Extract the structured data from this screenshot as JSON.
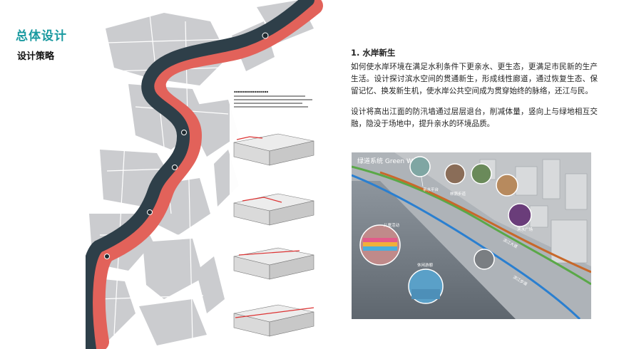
{
  "header": {
    "title": "总体设计",
    "subtitle": "设计策略"
  },
  "colors": {
    "accent": "#1a9aa0",
    "river": "#2e3f49",
    "red_band": "#e2625a",
    "green_route": "#5aa848",
    "orange_route": "#c8682a",
    "blue_route": "#2a7fd0"
  },
  "section": {
    "heading": "1. 水岸新生",
    "paragraphs": [
      "如何使水岸环境在满足水利条件下更亲水、更生态，更满足市民新的生产生活。设计探讨滨水空间的贯通新生，形成线性廊道，通过恢复生态、保留记忆、换发新生机，使水岸公共空间成为贯穿始终的脉络，还江与民。",
      "设计将高出江面的防汛墙通过层层退台，削减体量，竖向上与绿地相互交融，隐没于场地中，提升亲水的环境品质。"
    ]
  },
  "render": {
    "route_label": "绿道系统 Green Way",
    "callouts": [
      "亲水平台",
      "林荫步道",
      "儿童活动",
      "休闲游憩",
      "滨水广场"
    ],
    "road_labels": [
      "滨江大道",
      "滨江步道"
    ]
  }
}
